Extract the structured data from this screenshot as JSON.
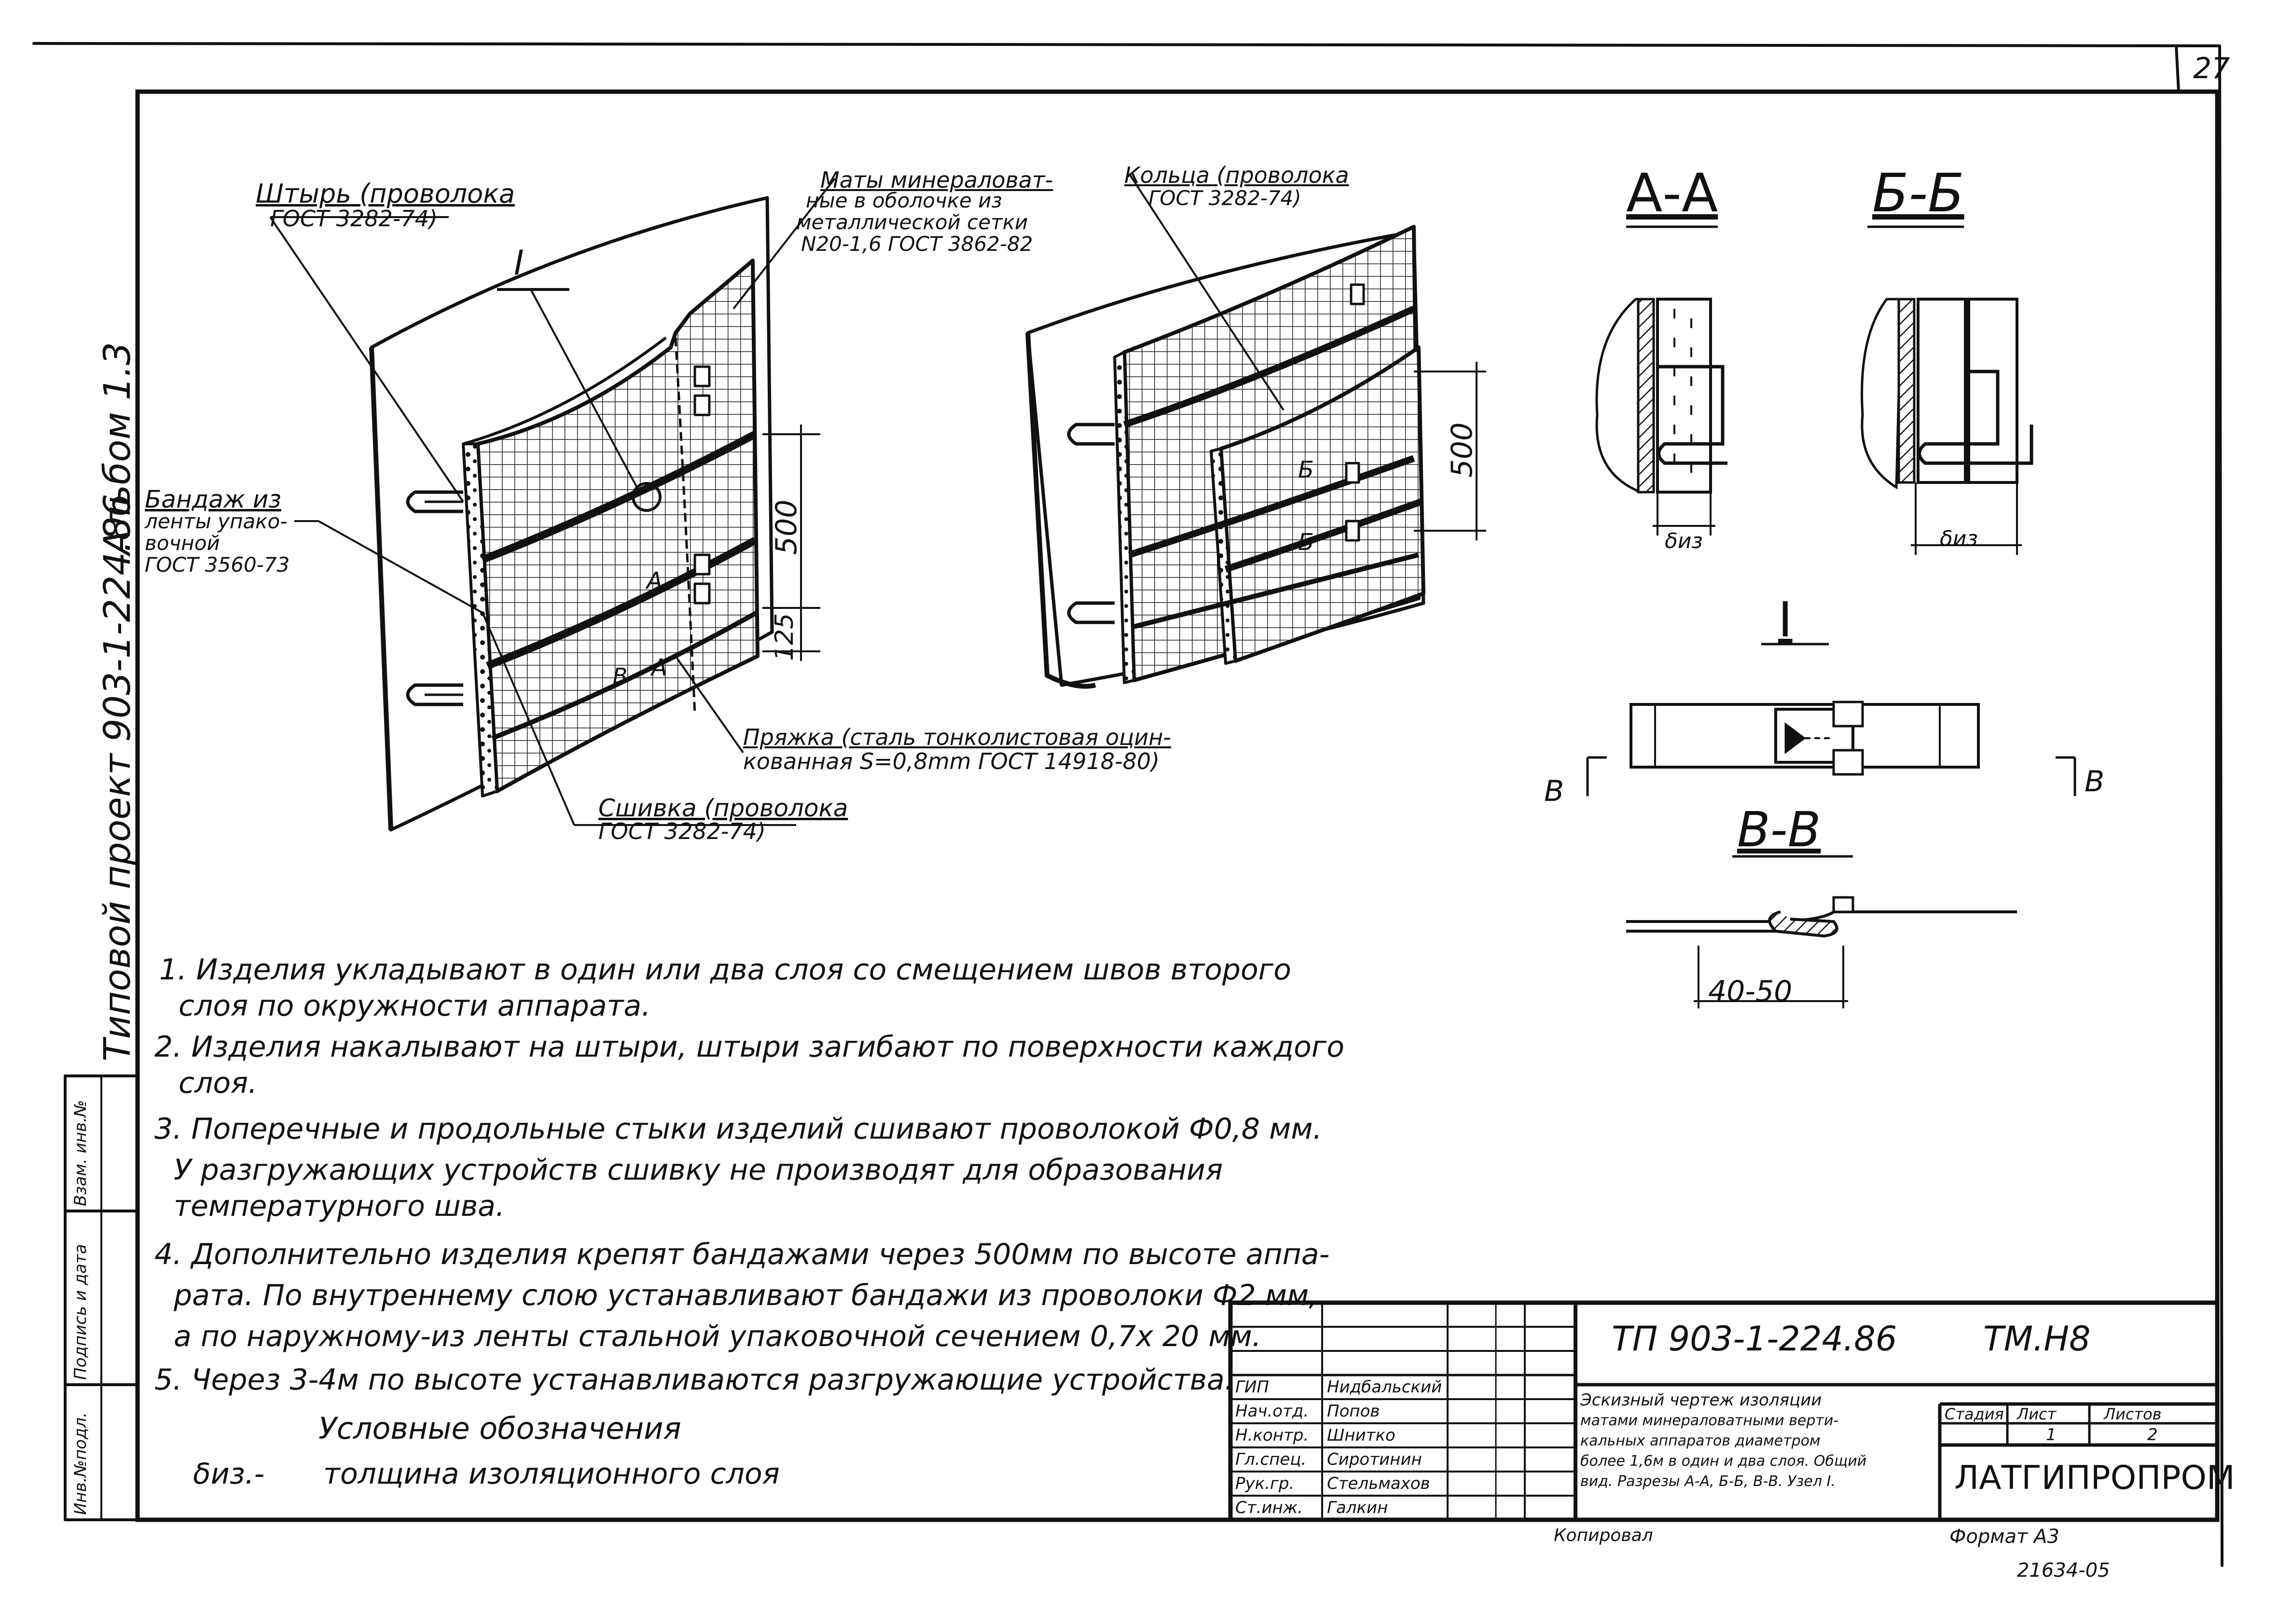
{
  "sheet_number": "27",
  "side": {
    "album": "Альбом 1.3",
    "project": "Типовой проект 903-1-224.86",
    "stamp_cells": [
      "Инв.№подл.",
      "Подпись и дата",
      "Взам. инв.№"
    ]
  },
  "callouts": {
    "pin": [
      "Штырь (проволока",
      "ГОСТ 3282-74)"
    ],
    "mats": [
      "Маты минераловат-",
      "ные в оболочке из",
      "металлической сетки",
      "N20-1,6 ГОСТ 3862-82"
    ],
    "rings": [
      "Кольца (проволока",
      "ГОСТ 3282-74)"
    ],
    "bandage": [
      "Бандаж из",
      "ленты упако-",
      "вочной",
      "ГОСТ 3560-73"
    ],
    "buckle": [
      "Пряжка (сталь тонколистовая оцин-",
      "кованная S=0,8mm ГОСТ 14918-80)"
    ],
    "stitch": [
      "Сшивка (проволока",
      "ГОСТ 3282-74)"
    ],
    "view_mark": "I"
  },
  "dims": {
    "d500": "500",
    "d125": "125",
    "d500b": "500",
    "d4050": "40-50",
    "biz": "δиз"
  },
  "marks": {
    "A": "А",
    "B": "Б",
    "V": "В"
  },
  "sections": {
    "aa": "А-А",
    "bb": "Б-Б",
    "one": "I",
    "vv": "В-В"
  },
  "notes": [
    "1. Изделия укладывают в один или два слоя со смещением швов второго",
    "слоя по окружности аппарата.",
    "2. Изделия накалывают на штыри, штыри загибают по поверхности каждого",
    "слоя.",
    "3. Поперечные и продольные стыки изделий сшивают проволокой Ф0,8 мм.",
    "У разгружающих устройств сшивку не производят для образования",
    "температурного шва.",
    "4. Дополнительно изделия крепят бандажами через 500мм по высоте аппа-",
    "рата. По внутреннему слою устанавливают бандажи из проволоки Ф2 мм,",
    "а по наружному-из ленты стальной упаковочной сечением 0,7х 20 мм.",
    "5. Через 3-4м по высоте устанавливаются разгружающие устройства."
  ],
  "legend": {
    "title": "Условные обозначения",
    "item_symbol": "δиз.-",
    "item_text": "толщина изоляционного слоя"
  },
  "title_block": {
    "doc_code": "ТП 903-1-224.86",
    "sheet_code": "ТМ.Н8",
    "roles": [
      "ГИП",
      "Нач.отд.",
      "Н.контр.",
      "Гл.спец.",
      "Рук.гр.",
      "Ст.инж."
    ],
    "names": [
      "Нидбальский",
      "Попов",
      "Шнитко",
      "Сиротинин",
      "Стельмахов",
      "Галкин"
    ],
    "description": [
      "Эскизный чертеж изоляции",
      "матами минераловатными верти-",
      "кальных аппаратов диаметром",
      "более 1,6м в один и два слоя. Общий",
      "вид. Разрезы А-А, Б-Б, В-В. Узел I."
    ],
    "stage_header": "Стадия",
    "sheet_header": "Лист",
    "sheets_header": "Листов",
    "stage_value": "",
    "sheet_value": "1",
    "sheets_value": "2",
    "organization": "ЛАТГИПРОПРОМ"
  },
  "footer": {
    "copied": "Копировал",
    "format": "Формат А3",
    "archive": "21634-05"
  }
}
